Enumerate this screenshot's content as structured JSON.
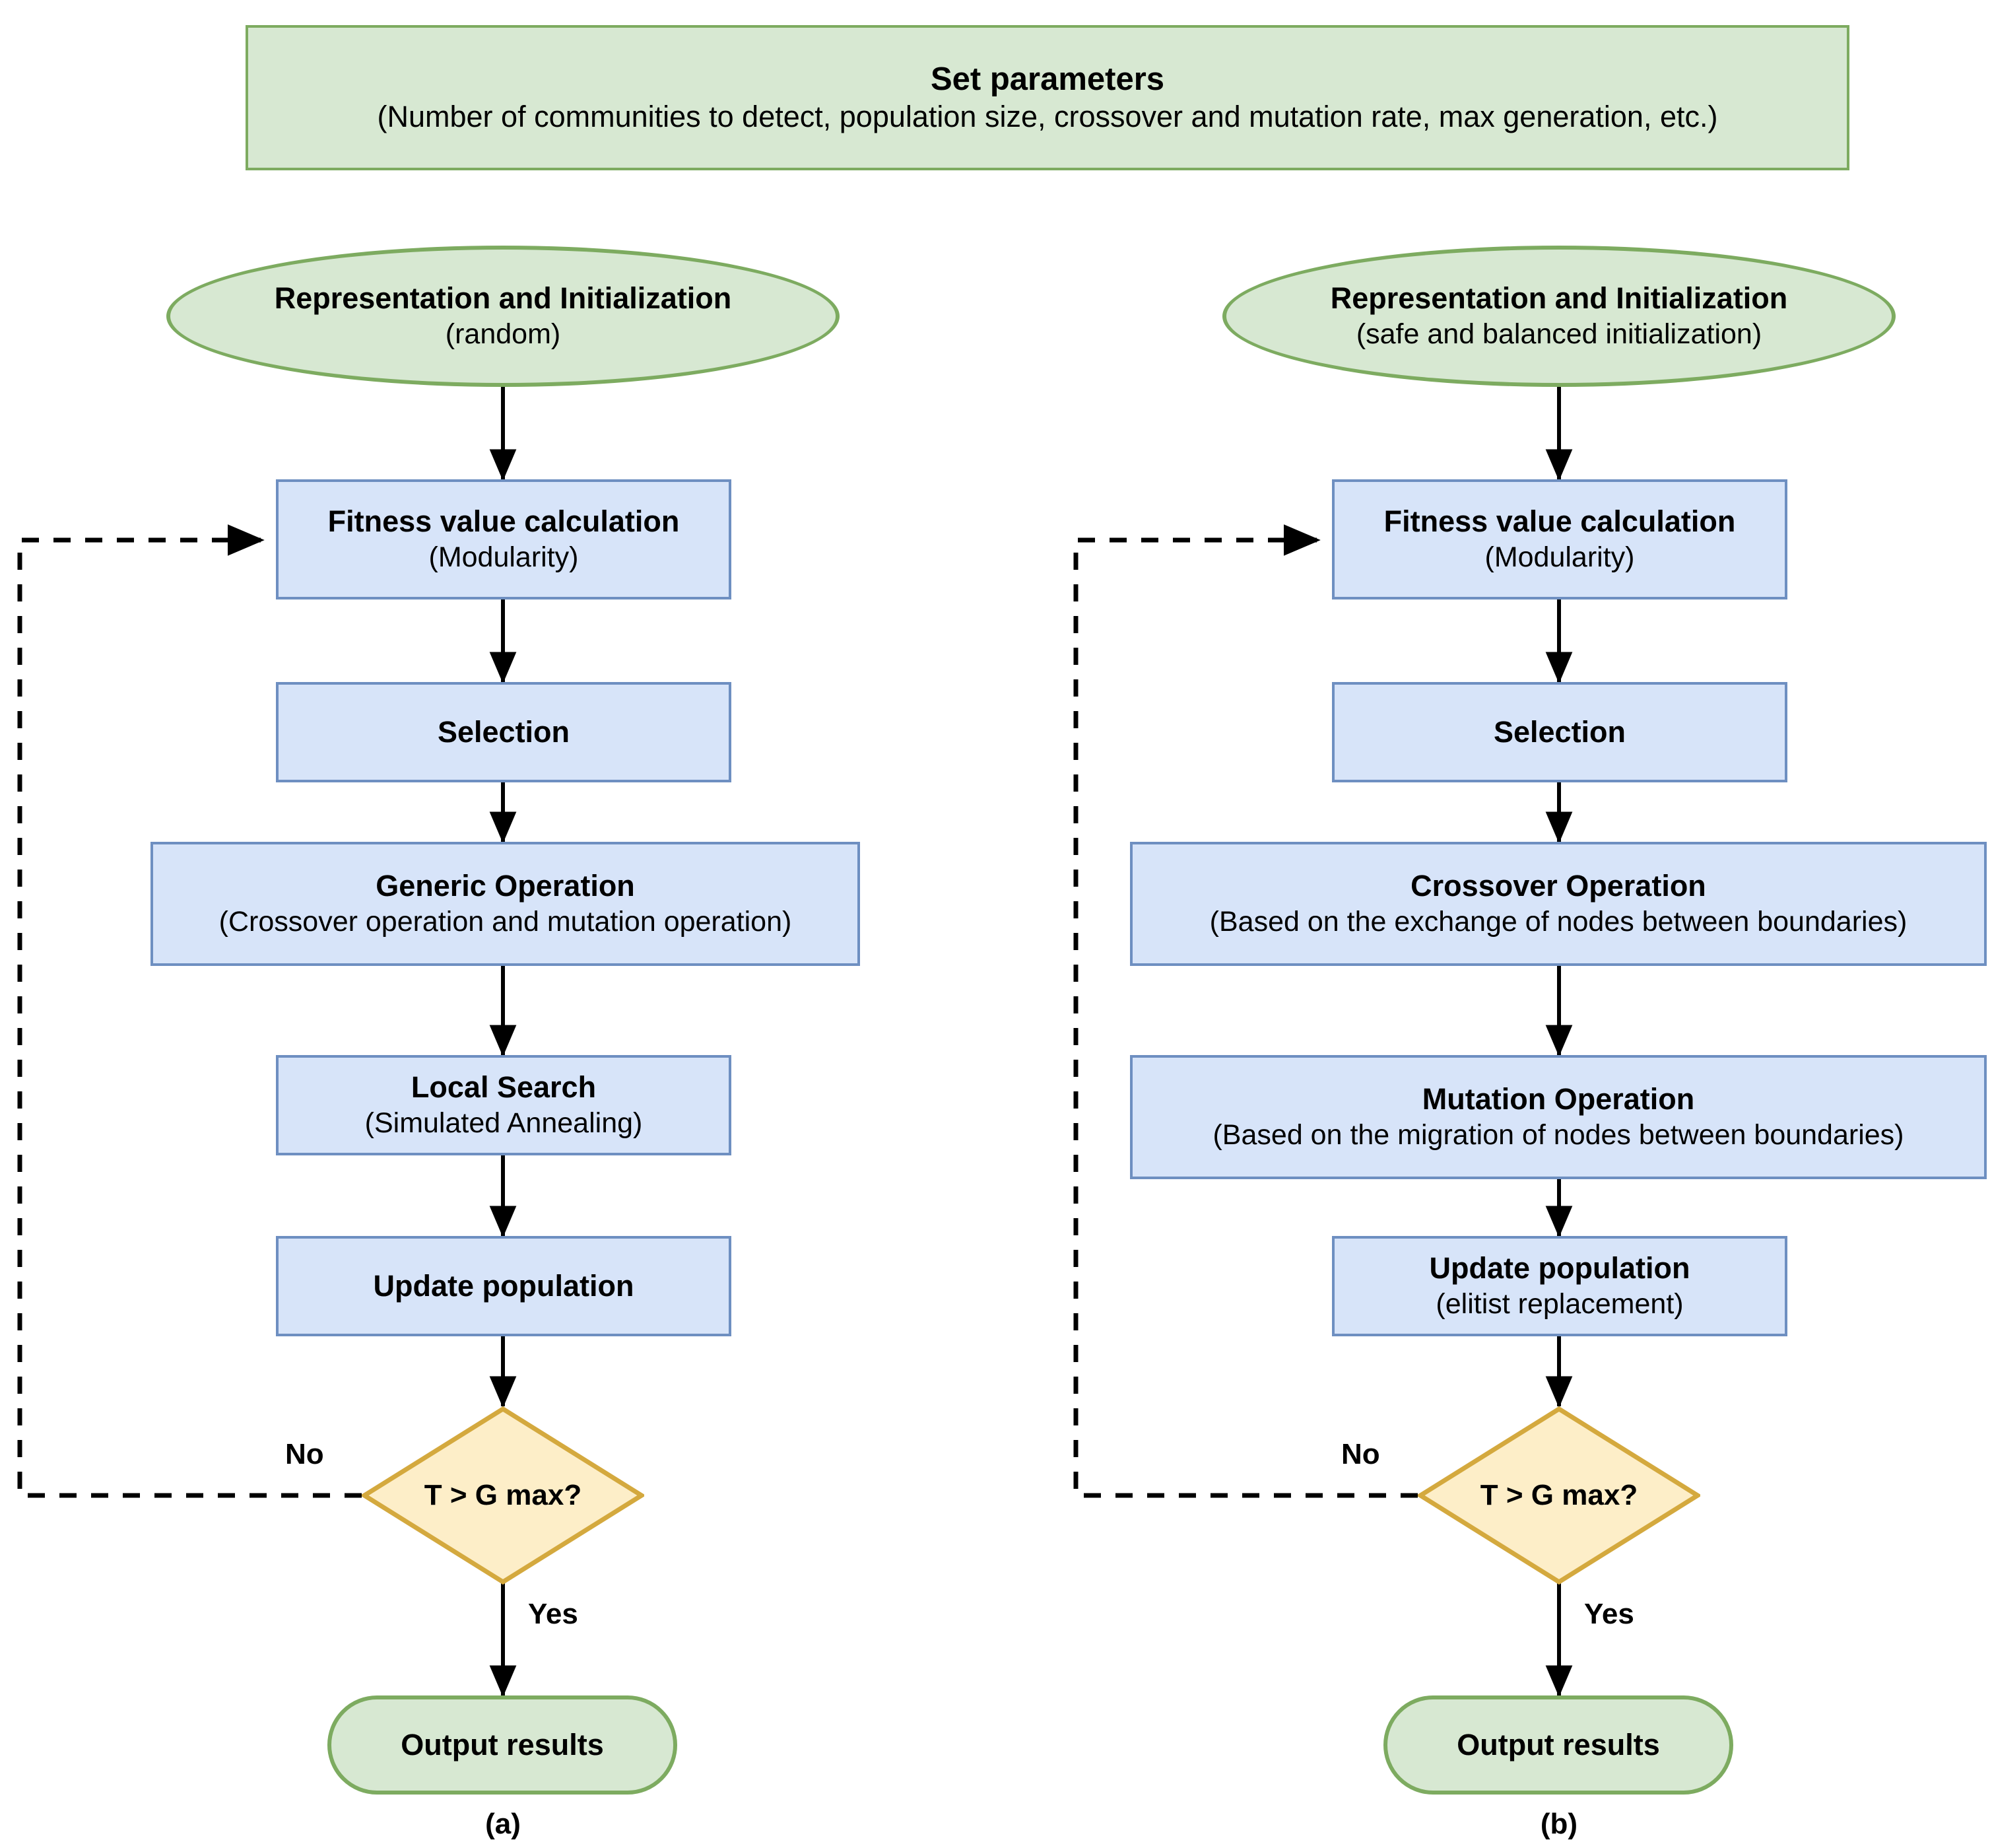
{
  "diagram": {
    "title_box": {
      "line1": "Set parameters",
      "line2": "(Number of communities to detect, population size, crossover and mutation rate, max generation, etc.)"
    },
    "colors": {
      "green_fill": "#d7e8d2",
      "green_border": "#7dab60",
      "blue_fill": "#d7e4f9",
      "blue_border": "#6e8fc1",
      "yellow_fill": "#fdeec8",
      "yellow_border": "#d4a93e",
      "line": "#000000"
    },
    "panels": [
      {
        "id": "a",
        "caption": "(a)",
        "start": {
          "line1": "Representation and Initialization",
          "line2": "(random)"
        },
        "steps": [
          {
            "line1": "Fitness value calculation",
            "line2": "(Modularity)"
          },
          {
            "line1": "Selection",
            "line2": ""
          },
          {
            "line1": "Generic Operation",
            "line2": "(Crossover operation and mutation operation)"
          },
          {
            "line1": "Local Search",
            "line2": "(Simulated Annealing)"
          },
          {
            "line1": "Update population",
            "line2": ""
          }
        ],
        "decision": {
          "label": "T > G max?",
          "no_label": "No",
          "yes_label": "Yes"
        },
        "end": {
          "line1": "Output results",
          "line2": ""
        }
      },
      {
        "id": "b",
        "caption": "(b)",
        "start": {
          "line1": "Representation and Initialization",
          "line2": "(safe and balanced initialization)"
        },
        "steps": [
          {
            "line1": "Fitness value calculation",
            "line2": "(Modularity)"
          },
          {
            "line1": "Selection",
            "line2": ""
          },
          {
            "line1": "Crossover Operation",
            "line2": "(Based on the exchange of nodes between boundaries)"
          },
          {
            "line1": "Mutation Operation",
            "line2": "(Based on the migration of nodes between boundaries)"
          },
          {
            "line1": "Update population",
            "line2": "(elitist replacement)"
          }
        ],
        "decision": {
          "label": "T > G max?",
          "no_label": "No",
          "yes_label": "Yes"
        },
        "end": {
          "line1": "Output results",
          "line2": ""
        }
      }
    ]
  }
}
